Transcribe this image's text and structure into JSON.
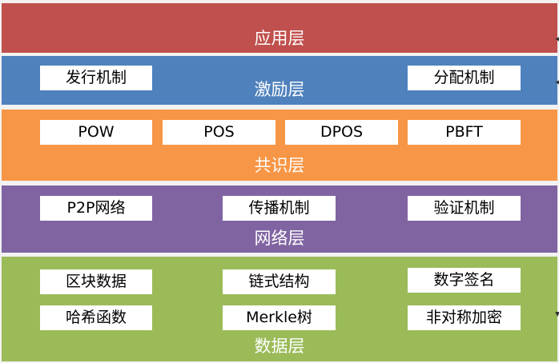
{
  "colors": {
    "background": "#f2f2f2",
    "application": "#c0504d",
    "incentive": "#4f81bd",
    "consensus": "#f79646",
    "network": "#8064a2",
    "data": "#9bbb59",
    "box": "#ffffff"
  },
  "layers": {
    "application": {
      "title": "应用层"
    },
    "incentive": {
      "title": "激励层",
      "items": [
        "发行机制",
        "分配机制"
      ]
    },
    "consensus": {
      "title": "共识层",
      "items": [
        "POW",
        "POS",
        "DPOS",
        "PBFT"
      ]
    },
    "network": {
      "title": "网络层",
      "items": [
        "P2P网络",
        "传播机制",
        "验证机制"
      ]
    },
    "data": {
      "title": "数据层",
      "row1": [
        "区块数据",
        "链式结构",
        "数字签名"
      ],
      "row2": [
        "哈希函数",
        "Merkle树",
        "非对称加密"
      ]
    }
  }
}
